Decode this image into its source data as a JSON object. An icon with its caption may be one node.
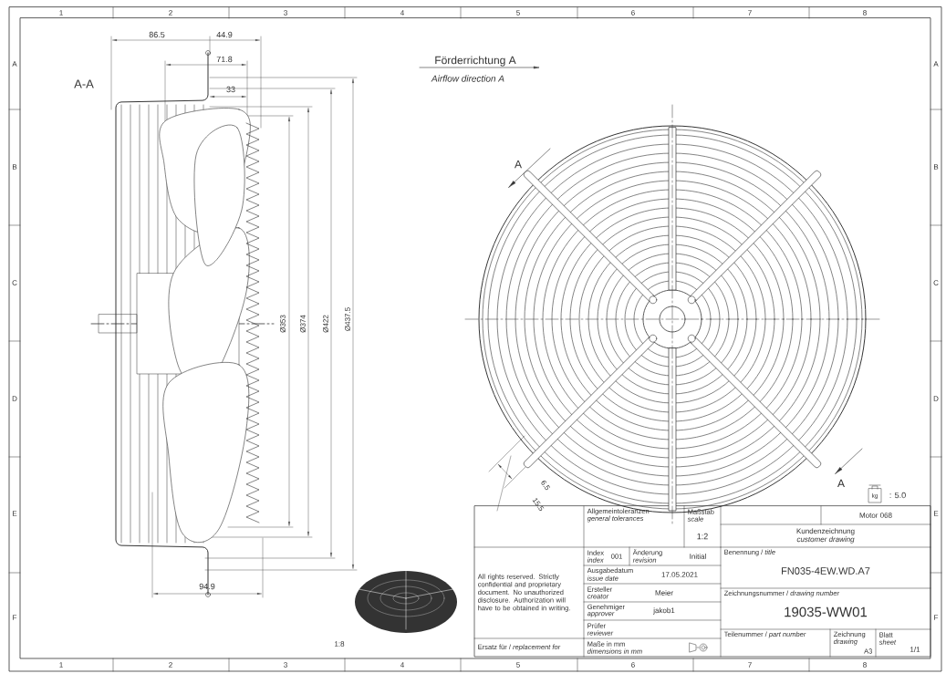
{
  "diagram": {
    "labels": [
      "1",
      "2",
      "3",
      "4",
      "5",
      "6",
      "7",
      "8",
      "A",
      "B",
      "C",
      "D",
      "E",
      "F",
      "A",
      "B",
      "C",
      "D",
      "E",
      "F",
      "1",
      "2",
      "3",
      "4",
      "5",
      "6",
      "7",
      "8",
      "86.5",
      "44.9",
      "71.8",
      "33",
      "A-A",
      "Förderrichtung A",
      "Airflow direction A",
      "A",
      "Ø353",
      "Ø374",
      "Ø422",
      "Ø437.5",
      "94.9",
      "6.5",
      "15.5",
      "A",
      "kg",
      ": 5.0",
      "1:8",
      "Allgemeintoleranzen",
      "general tolerances",
      "Maßstab",
      "scale",
      "1:2",
      "Motor 068",
      "Kundenzeichnung",
      "customer drawing",
      "Index",
      "index",
      "001",
      "Änderung",
      "revision",
      "Initial",
      "Ausgabedatum",
      "issue date",
      "17.05.2021",
      "Ersteller",
      "creator",
      "Meier",
      "Genehmiger",
      "approver",
      "jakob1",
      "Prüfer",
      "reviewer",
      "Maße in mm",
      "dimensions in mm",
      "Benennung / *title*",
      "FN035-4EW.WD.A7",
      "Zeichnungsnummer / *drawing number*",
      "19035-WW01",
      "Teilenummer / *part number*",
      "Zeichnung",
      "drawing",
      "A3",
      "Blatt",
      "sheet",
      "1/1",
      "All rights reserved. Strictly confidential and proprietary document. No unauthorized disclosure. Authorization will have to be obtained in writing.",
      "Ersatz für / *replacement for*"
    ]
  }
}
